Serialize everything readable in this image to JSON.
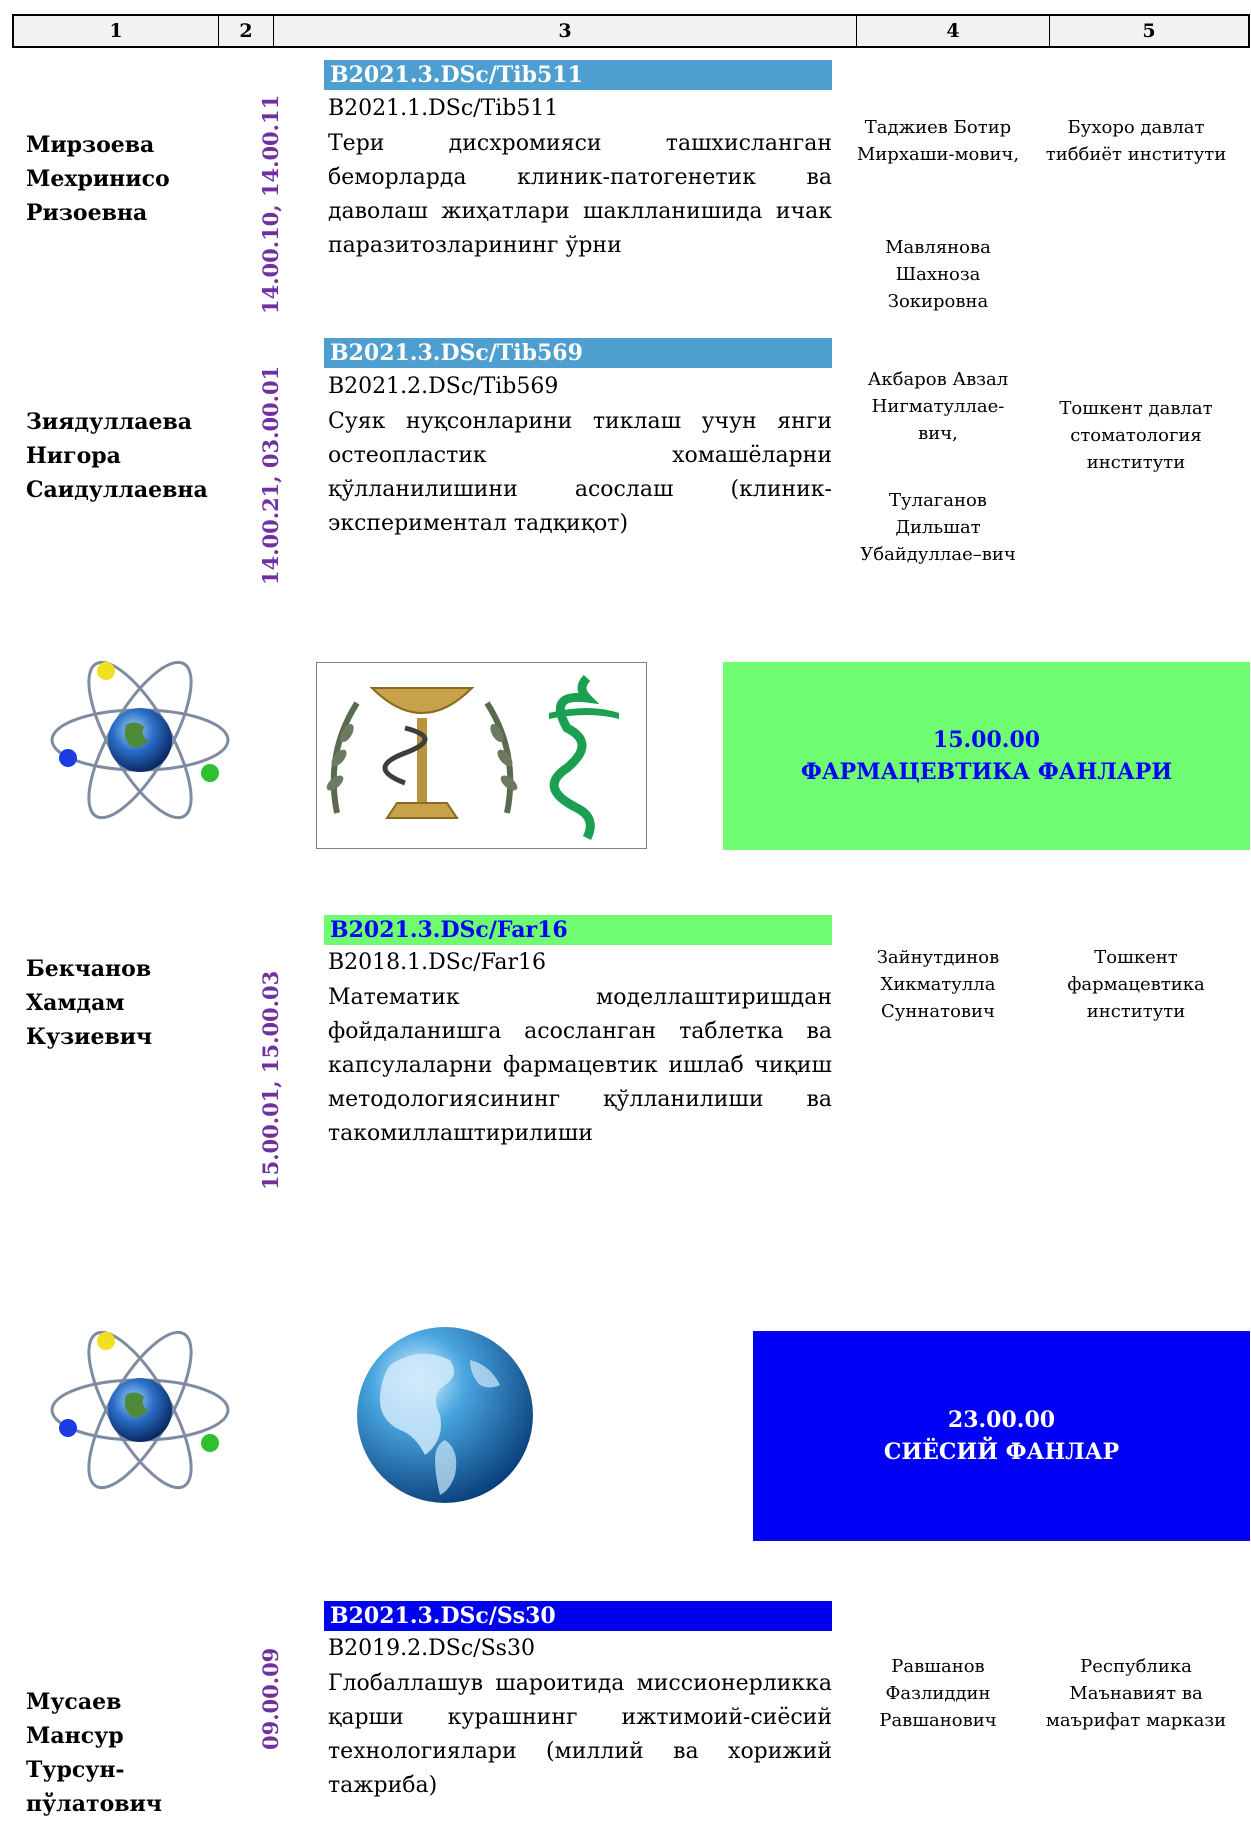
{
  "header": {
    "columns": [
      "1",
      "2",
      "3",
      "4",
      "5"
    ]
  },
  "entries": [
    {
      "name": [
        "Мирзоева",
        "Мехринисо",
        "Ризоевна"
      ],
      "specialty": "14.00.10, 14.00.11",
      "code": "B2021.3.DSc/Tib511",
      "code_color": "#4f9ed0",
      "subcode": "B2021.1.DSc/Tib511",
      "title": "Тери дисхромияси ташхисланган беморларда клиник-патогенетик ва даволаш жиҳатлари шаклланишида ичак паразитозларининг ўрни",
      "supervisors": "Таджиев Ботир Мирхаши-мович,",
      "supervisors2": "Мавлянова Шахноза Зокировна",
      "institution": "Бухоро давлат тиббиёт институти"
    },
    {
      "name": [
        "Зиядуллаева",
        "Нигора",
        "Саидуллаевна"
      ],
      "specialty": "14.00.21, 03.00.01",
      "code": "B2021.3.DSc/Tib569",
      "code_color": "#4f9ed0",
      "subcode": "B2021.2.DSc/Tib569",
      "title": "Суяк нуқсонларини тиклаш учун янги остеопластик хомашёларни қўлланилишини асослаш (клиник-экспериментал тадқиқот)",
      "supervisors": "Акбаров Авзал Нигматуллае-вич,",
      "supervisors2": "Тулаганов Дильшат Убайдуллае–вич",
      "institution": "Тошкент давлат стоматология институти"
    },
    {
      "name": [
        "Бекчанов",
        "Хамдам",
        "Кузиевич"
      ],
      "specialty": "15.00.01, 15.00.03",
      "code": "B2021.3.DSc/Far16",
      "code_color": "#70fc70",
      "subcode": "B2018.1.DSc/Far16",
      "title": "Математик моделлаштиришдан фойдаланишга асосланган таблетка ва капсулаларни фармацевтик ишлаб чиқиш методологиясининг қўлланилиши ва такомиллаштирилиши",
      "supervisors": "Зайнутдинов Хикматулла Суннатович",
      "supervisors2": "",
      "institution": "Тошкент фармацевтика институти"
    },
    {
      "name": [
        "Мусаев",
        "Мансур",
        "Турсун-",
        "пўлатович"
      ],
      "specialty": "09.00.09",
      "code": "B2021.3.DSc/Ss30",
      "code_color": "#0000f0",
      "subcode": "B2019.2.DSc/Ss30",
      "title": "Глобаллашув шароитида миссионерликка қарши курашнинг ижтимоий-сиёсий технологиялари (миллий ва хорижий тажриба)",
      "supervisors": "Равшанов Фазлиддин Равшанович",
      "supervisors2": "",
      "institution": "Республика Маънавият ва маърифат маркази"
    }
  ],
  "banners": [
    {
      "code": "15.00.00",
      "label": "ФАРМАЦЕВТИКА ФАНЛАРИ",
      "bg": "#70fc70",
      "fg": "#0000ff"
    },
    {
      "code": "23.00.00",
      "label": "СИЁСИЙ ФАНЛАР",
      "bg": "#0000f5",
      "fg": "#ffffff"
    }
  ]
}
